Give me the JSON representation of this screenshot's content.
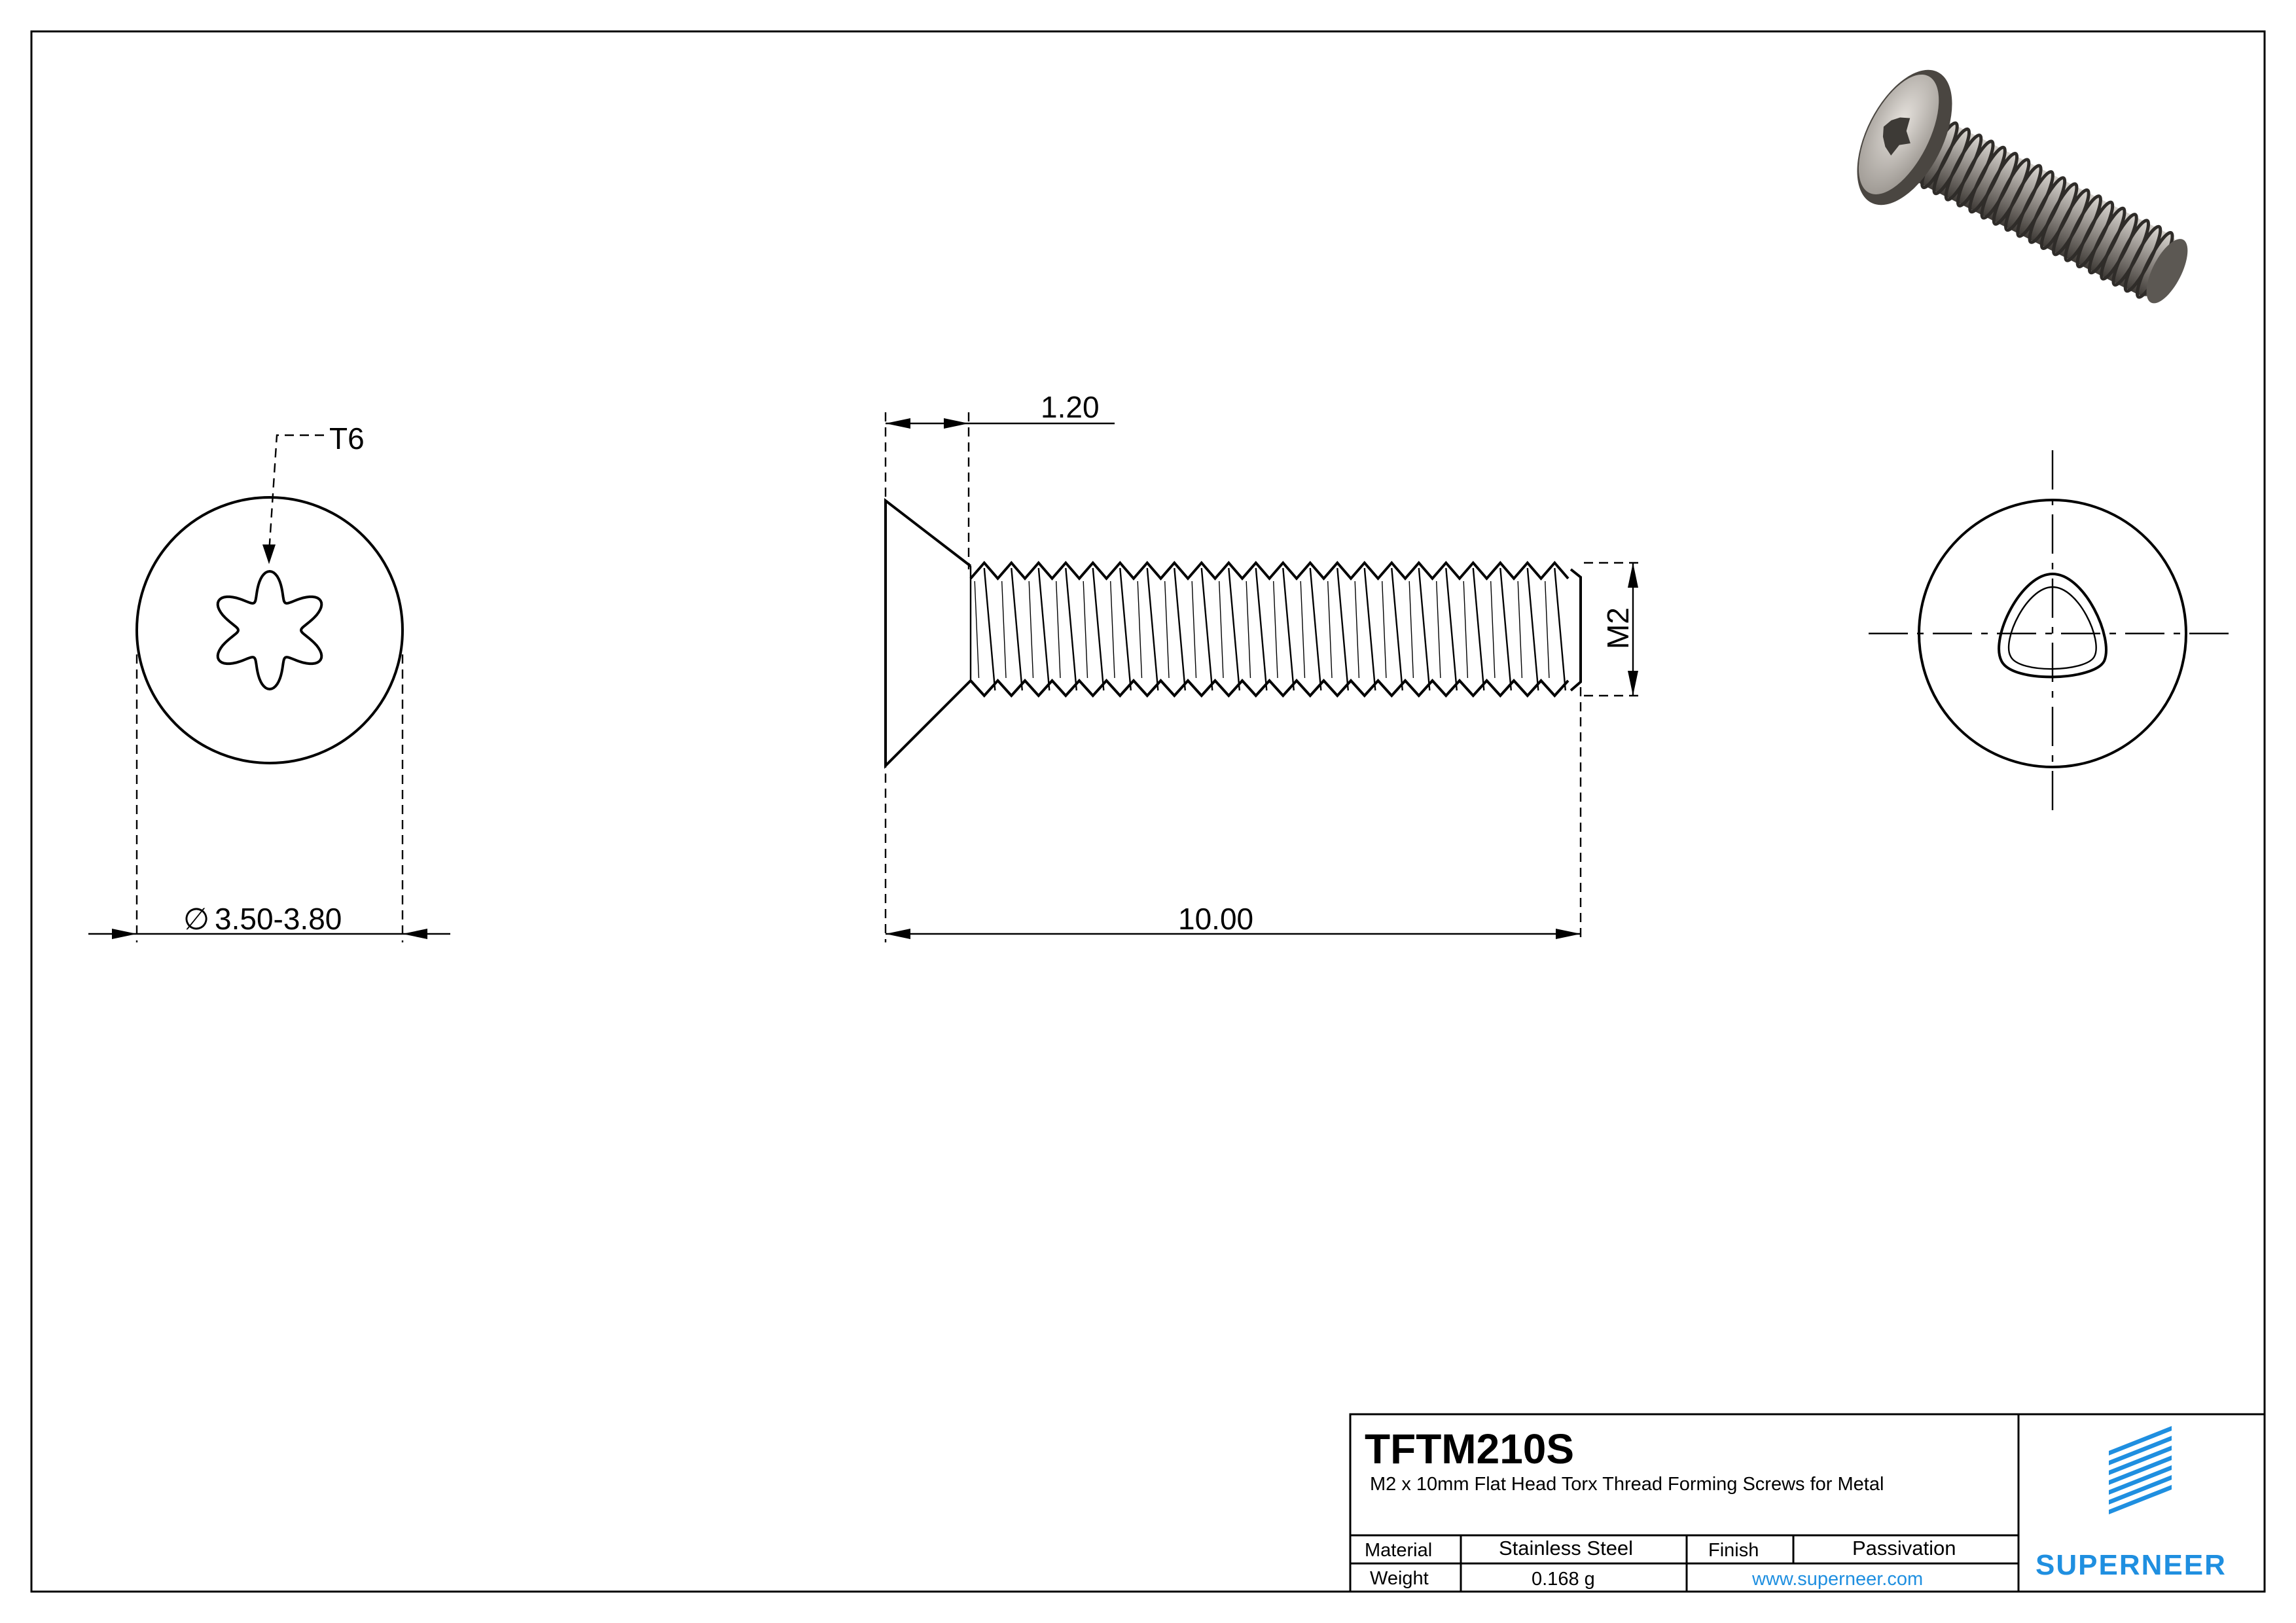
{
  "drawing": {
    "t6_label": "T6",
    "dia_label": "3.50-3.80",
    "dia_symbol": "∅",
    "head_height_label": "1.20",
    "length_label": "10.00",
    "thread_label": "M2"
  },
  "title_block": {
    "part_number": "TFTM210S",
    "description": "M2 x 10mm Flat Head Torx Thread Forming Screws for Metal",
    "material_label": "Material",
    "material_value": "Stainless Steel",
    "finish_label": "Finish",
    "finish_value": "Passivation",
    "weight_label": "Weight",
    "weight_value": "0.168 g",
    "website": "www.superneer.com",
    "brand": "SUPERNEER",
    "brand_color": "#1f8fe0"
  },
  "icons": [
    "superneer-logo-icon",
    "screw-3d-render-icon",
    "torx-recess-icon",
    "trilobular-section-icon",
    "diameter-symbol-icon"
  ]
}
